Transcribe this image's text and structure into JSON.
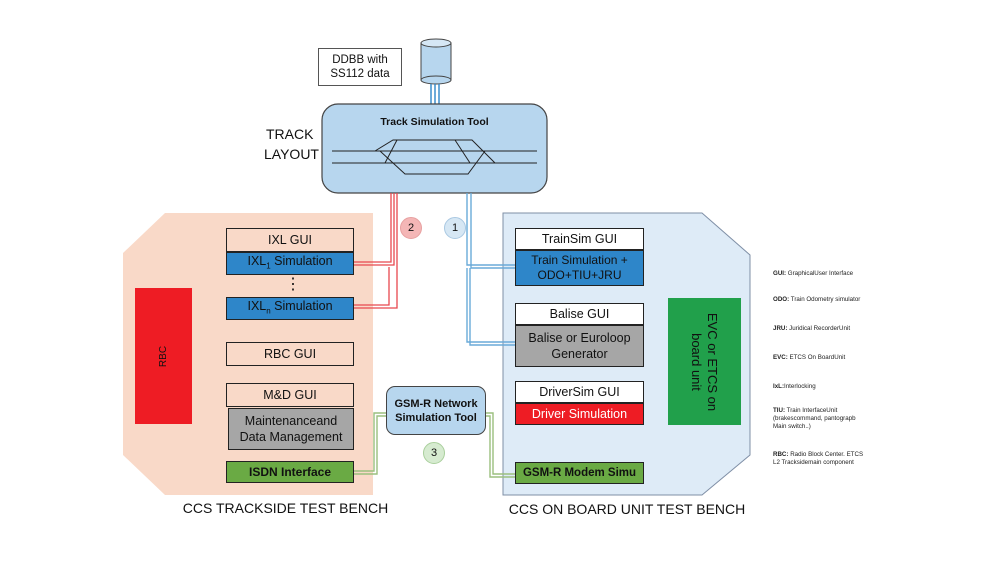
{
  "database": {
    "line1": "DDBB with",
    "line2": "SS112 data"
  },
  "track_tool": {
    "title": "Track Simulation Tool",
    "side_label_1": "TRACK",
    "side_label_2": "LAYOUT"
  },
  "markers": {
    "one": "1",
    "two": "2",
    "three": "3"
  },
  "trackside": {
    "rbc": "RBC",
    "ixl_gui": "IXL GUI",
    "ixl1_sim": {
      "pre": "IXL",
      "sub": "1",
      "post": " Simulation"
    },
    "dots": "⋮",
    "ixln_sim": {
      "pre": "IXL",
      "sub": "n",
      "post": " Simulation"
    },
    "rbc_gui": "RBC GUI",
    "md_gui": "M&D GUI",
    "maint_line1": "Maintenanceand",
    "maint_line2": "Data Management",
    "isdn": "ISDN Interface",
    "caption": "CCS TRACKSIDE TEST BENCH"
  },
  "gsmr_tool": {
    "line1": "GSM-R Network",
    "line2": "Simulation Tool"
  },
  "onboard": {
    "trainsim_gui": "TrainSim GUI",
    "train_sim_line1": "Train Simulation +",
    "train_sim_line2": "ODO+TIU+JRU",
    "balise_gui": "Balise GUI",
    "balise_line1": "Balise or Euroloop",
    "balise_line2": "Generator",
    "driversim_gui": "DriverSim GUI",
    "driver_sim": "Driver Simulation",
    "gsmr_modem": "GSM-R Modem Simu",
    "evc_line1": "EVC or ETCS on",
    "evc_line2": "board unit",
    "caption": "CCS ON BOARD UNIT TEST BENCH"
  },
  "legend": [
    {
      "term": "GUI:",
      "desc": " GraphicalUser Interface"
    },
    {
      "term": "ODO:",
      "desc": " Train Odometry simulator"
    },
    {
      "term": "JRU:",
      "desc": " Juridical RecorderUnit"
    },
    {
      "term": "EVC:",
      "desc": " ETCS On BoardUnit"
    },
    {
      "term": "IxL:",
      "desc": "Interlocking"
    },
    {
      "term": "TIU:",
      "desc": " Train InterfaceUnit (brakescommand, pantograpb Main switch..)"
    },
    {
      "term": "RBC:",
      "desc": "  Radio Block Center. ETCS L2 Tracksidemain component"
    }
  ],
  "colors": {
    "trackside_bg": "#f9d9c8",
    "onboard_bg": "#deebf7",
    "tool_blue": "#b7d6ee",
    "sim_blue": "#2e86c9",
    "rbc_red": "#ee1c24",
    "evc_green": "#21a04b",
    "isdn_green": "#6aaa44",
    "maint_gray": "#a6a6a6",
    "red_link": "#e8474e",
    "blue_link": "#6aaad8",
    "green_link": "#9bbf7e"
  }
}
